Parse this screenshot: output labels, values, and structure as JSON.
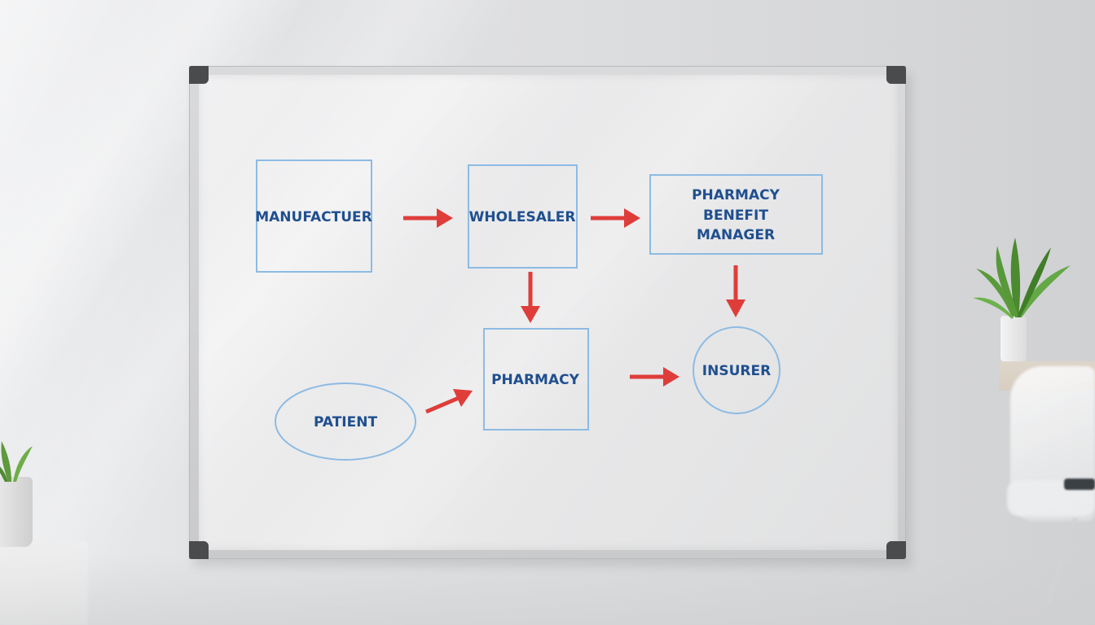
{
  "board": {
    "frame_color": "#d2d3d5",
    "corner_color": "#4a4b4d",
    "surface_color": "#ececed"
  },
  "diagram": {
    "label_color": "#1f4f8f",
    "outline_color": "#8dbbe3",
    "arrow_color": "#df3d3a",
    "nodes": {
      "manufacturer": {
        "label": "MANUFACTUER"
      },
      "wholesaler": {
        "label": "WHOLESALER"
      },
      "pbm": {
        "lines": [
          "PHARMACY",
          "BENEFIT",
          "MANAGER"
        ]
      },
      "pharmacy": {
        "label": "PHARMACY"
      },
      "insurer": {
        "label": "INSURER"
      },
      "patient": {
        "label": "PATIENT"
      }
    }
  },
  "decor": {
    "plant_icon_right": "potted-plant-icon",
    "plant_icon_left": "potted-plant-icon"
  }
}
